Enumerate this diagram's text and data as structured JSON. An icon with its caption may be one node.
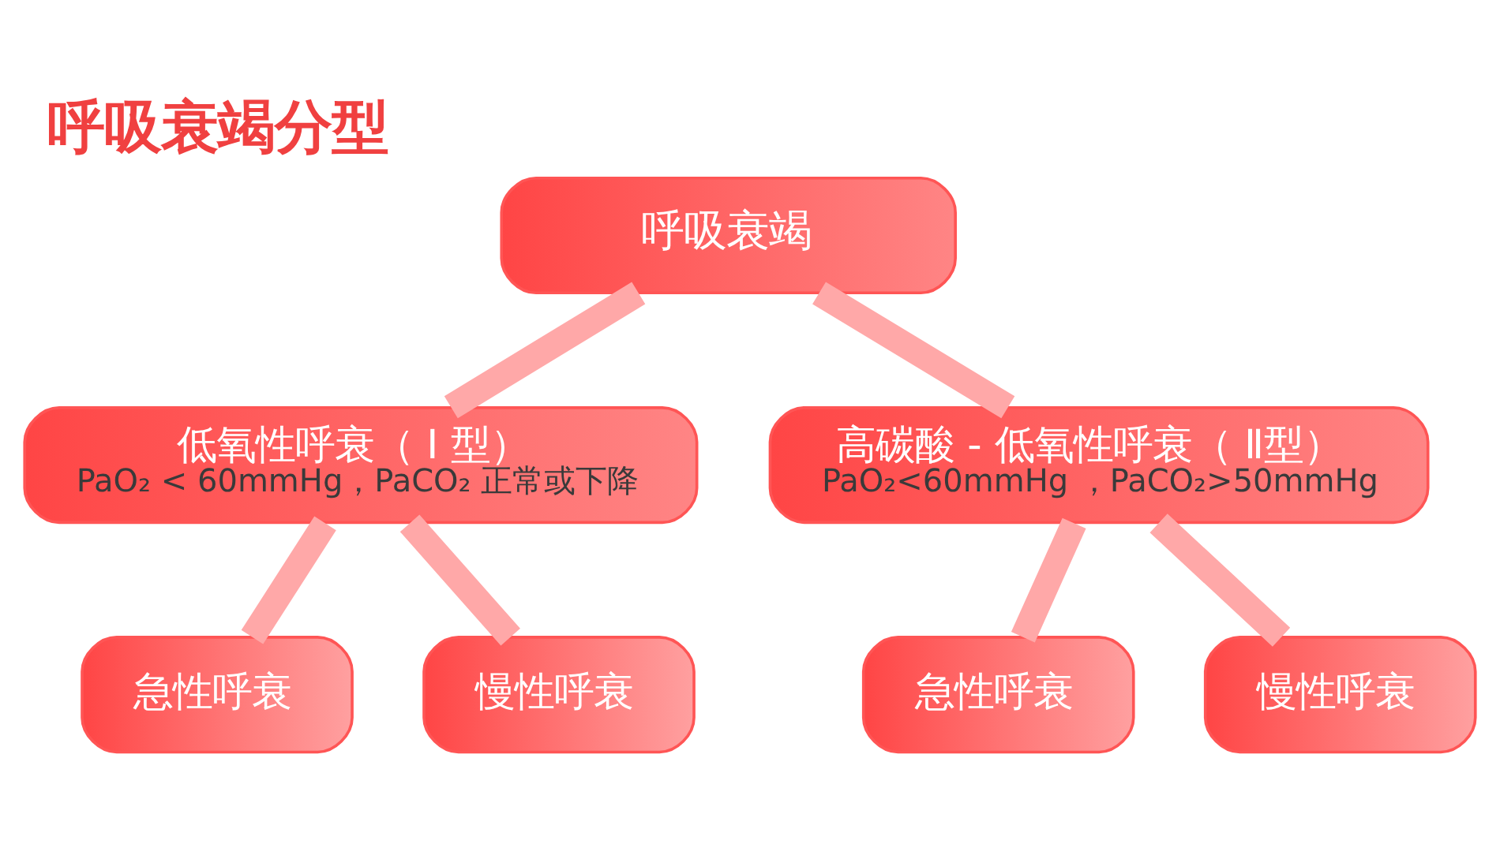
{
  "diagram": {
    "title": "呼吸衰竭分型",
    "nodes": [
      {
        "text": [
          "呼吸衰竭"
        ]
      },
      {
        "text": [
          "低氧性呼衰（ Ⅰ 型）",
          "PaO₂ < 60mmHg，PaCO₂ 正常或下降"
        ]
      },
      {
        "text": [
          "高碳酸 - 低氧性呼衰（ Ⅱ型）",
          "PaO₂<60mmHg ，PaCO₂>50mmHg"
        ]
      },
      {
        "text": [
          "急性呼衰"
        ]
      },
      {
        "text": [
          "慢性呼衰"
        ]
      },
      {
        "text": [
          "急性呼衰"
        ]
      },
      {
        "text": [
          "慢性呼衰"
        ]
      }
    ],
    "edges": [
      {
        "from": 0,
        "to": 1,
        "arrow": "none"
      },
      {
        "from": 0,
        "to": 2,
        "arrow": "none"
      },
      {
        "from": 1,
        "to": 3,
        "arrow": "none"
      },
      {
        "from": 1,
        "to": 4,
        "arrow": "none"
      },
      {
        "from": 2,
        "to": 5,
        "arrow": "none"
      },
      {
        "from": 2,
        "to": 6,
        "arrow": "none"
      }
    ]
  }
}
